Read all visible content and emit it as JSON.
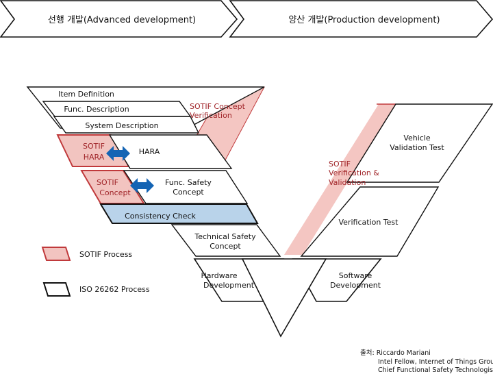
{
  "phases": {
    "left": "선행 개발(Advanced development)",
    "right": "양산 개발(Production development)"
  },
  "boxes": {
    "item_definition": "Item Definition",
    "func_description": "Func. Description",
    "system_description": "System Description",
    "sotif_hara": [
      "SOTIF",
      "HARA"
    ],
    "hara": "HARA",
    "sotif_concept": [
      "SOTIF",
      "Concept"
    ],
    "func_safety_concept": [
      "Func. Safety",
      "Concept"
    ],
    "consistency_check": "Consistency Check",
    "technical_safety_concept": [
      "Technical Safety",
      "Concept"
    ],
    "hardware_development": [
      "Hardware",
      "Development"
    ],
    "software_development": [
      "Software",
      "Development"
    ],
    "verification_test": "Verification Test",
    "vehicle_validation_test": [
      "Vehicle",
      "Validation Test"
    ]
  },
  "bands": {
    "sotif_concept_verification": [
      "SOTIF Concept",
      "Verification"
    ],
    "sotif_verification_validation": [
      "SOTIF",
      "Verification &",
      "Validation"
    ]
  },
  "legend": {
    "sotif_process": "SOTIF Process",
    "iso_process": "ISO 26262 Process"
  },
  "source": {
    "label": "출처: Riccardo Mariani",
    "line2": "Intel Fellow, Internet of Things Group",
    "line3": "Chief Functional Safety Technologist"
  },
  "colors": {
    "sotif_fill": "#f2c4c0",
    "sotif_stroke": "#c0393b",
    "band_fill": "#f4c6c2",
    "consistency_fill": "#b9d3ea",
    "arrow_blue": "#1464b4",
    "red_text": "#a02428"
  }
}
